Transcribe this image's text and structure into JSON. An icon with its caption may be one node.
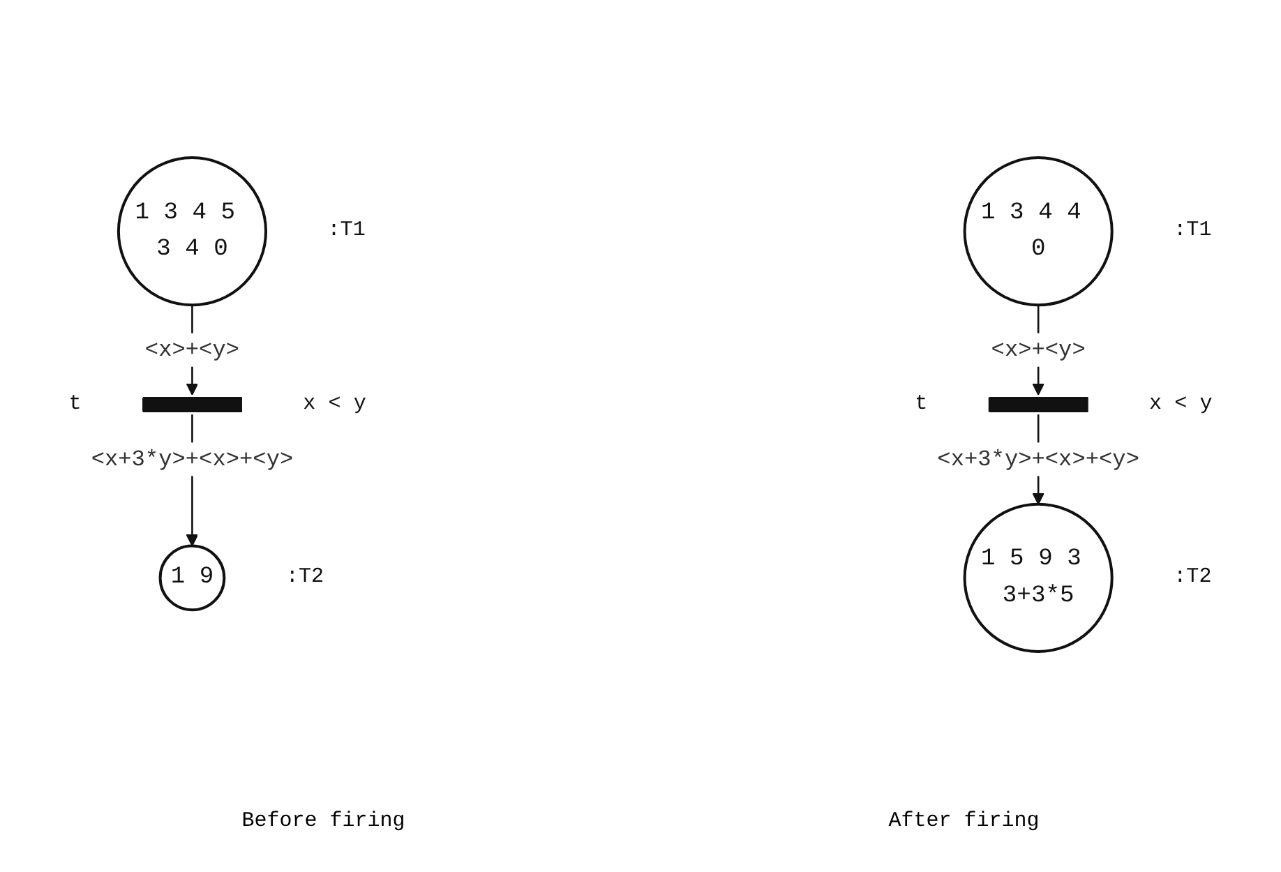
{
  "diagram": {
    "nodes": [
      {
        "text": [
          "1 3 4 5 3 4 0"
        ],
        "beside": [
          ":T1"
        ]
      },
      {
        "text": [],
        "shape": "bar",
        "beside": [
          "t",
          "x < y"
        ]
      },
      {
        "text": [
          "1 9"
        ],
        "beside": [
          ":T2"
        ]
      },
      {
        "text": [
          "1 3 4 4 0"
        ],
        "beside": [
          ":T1"
        ]
      },
      {
        "text": [],
        "shape": "bar",
        "beside": [
          "t",
          "x < y"
        ]
      },
      {
        "text": [
          "1 5 9 3 3+3*5"
        ],
        "beside": [
          ":T2"
        ]
      }
    ],
    "edges": [
      {
        "from": 0,
        "to": 1,
        "arrow": "to",
        "label": "<x>+<y>"
      },
      {
        "from": 1,
        "to": 2,
        "arrow": "to",
        "label": "<x+3*y>+<x>+<y>"
      },
      {
        "from": 3,
        "to": 4,
        "arrow": "to",
        "label": "<x>+<y>"
      },
      {
        "from": 4,
        "to": 5,
        "arrow": "to",
        "label": "<x+3*y>+<x>+<y>"
      }
    ],
    "labels": [
      "Before firing",
      "After firing"
    ]
  }
}
